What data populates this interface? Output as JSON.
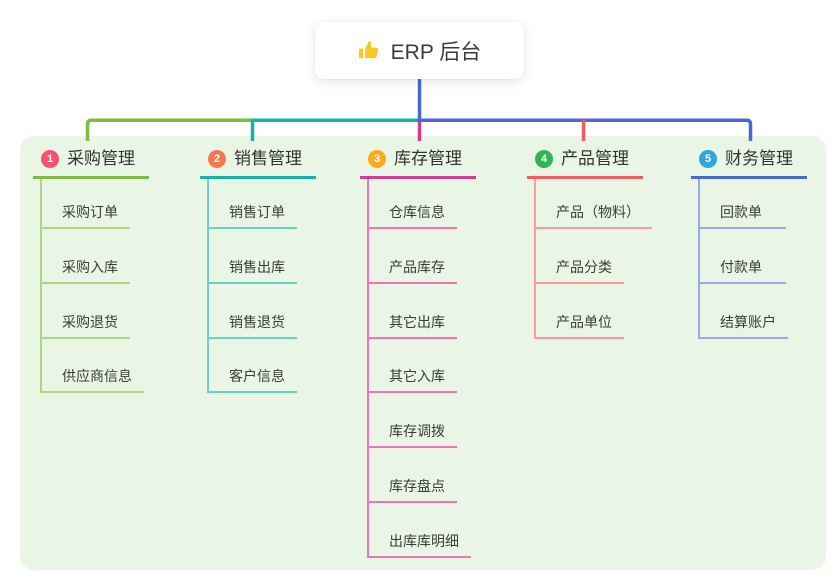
{
  "root": {
    "label": "ERP 后台",
    "icon": "thumbs-up-icon"
  },
  "branches": [
    {
      "number": "1",
      "title": "采购管理",
      "badge_color": "#f4536e",
      "line_color": "#7cbd40",
      "sub_line_color": "#a9d787",
      "items": [
        "采购订单",
        "采购入库",
        "采购退货",
        "供应商信息"
      ]
    },
    {
      "number": "2",
      "title": "销售管理",
      "badge_color": "#f47950",
      "line_color": "#17b3ab",
      "sub_line_color": "#6fcdc7",
      "items": [
        "销售订单",
        "销售出库",
        "销售退货",
        "客户信息"
      ]
    },
    {
      "number": "3",
      "title": "库存管理",
      "badge_color": "#fbab1e",
      "line_color": "#d23c92",
      "sub_line_color": "#ee74b4",
      "items": [
        "仓库信息",
        "产品库存",
        "其它出库",
        "其它入库",
        "库存调拨",
        "库存盘点",
        "出库库明细"
      ]
    },
    {
      "number": "4",
      "title": "产品管理",
      "badge_color": "#2fb552",
      "line_color": "#f45c5c",
      "sub_line_color": "#f89c99",
      "items": [
        "产品（物料）",
        "产品分类",
        "产品单位"
      ]
    },
    {
      "number": "5",
      "title": "财务管理",
      "badge_color": "#2fa6dd",
      "line_color": "#4a67d3",
      "sub_line_color": "#96aae6",
      "items": [
        "回款单",
        "付款单",
        "结算账户"
      ]
    }
  ],
  "connector": {
    "root_drop_color": "#4a67d3"
  },
  "canvas": {
    "panel_background": "#e9f6e5",
    "node_background": "#ffffff",
    "text_color": "#3b3b3b",
    "icon_color": "#f8c81e"
  }
}
